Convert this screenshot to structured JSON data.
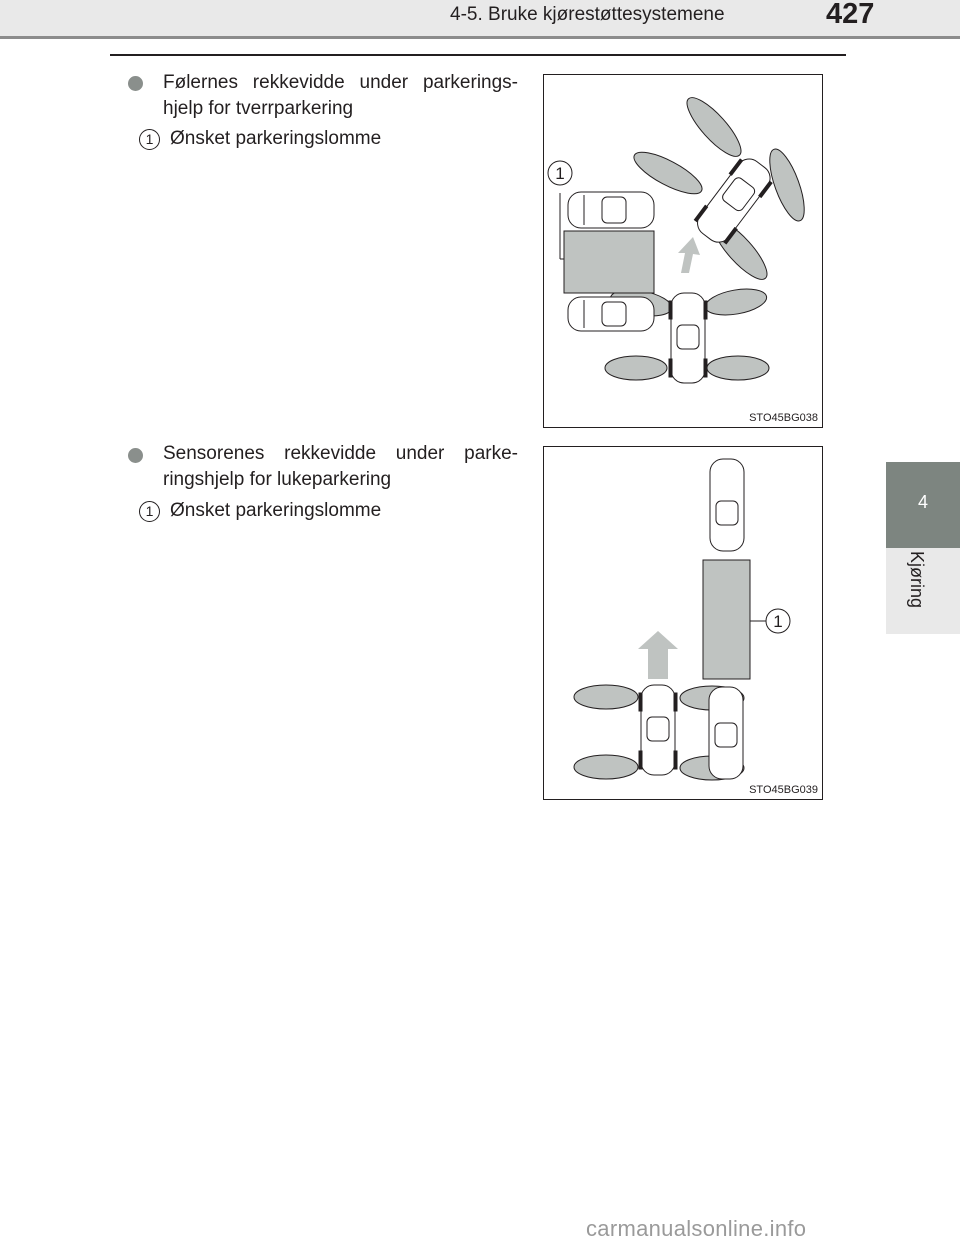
{
  "header": {
    "section_title": "4-5. Bruke kjørestøttesystemene",
    "page_number": "427"
  },
  "side_tab": {
    "chapter_number": "4",
    "chapter_label": "Kjøring"
  },
  "items": [
    {
      "text": "Følernes rekkevidde under parkerings-hjelp for tverrparkering",
      "callout_number": "1",
      "callout_text": "Ønsket parkeringslomme",
      "figure_code": "STO45BG038",
      "figure_label": "1"
    },
    {
      "text": "Sensorenes rekkevidde under parke-ringshjelp for lukeparkering",
      "callout_number": "1",
      "callout_text": "Ønsket parkeringslomme",
      "figure_code": "STO45BG039",
      "figure_label": "1"
    }
  ],
  "watermark": "carmanualsonline.info"
}
